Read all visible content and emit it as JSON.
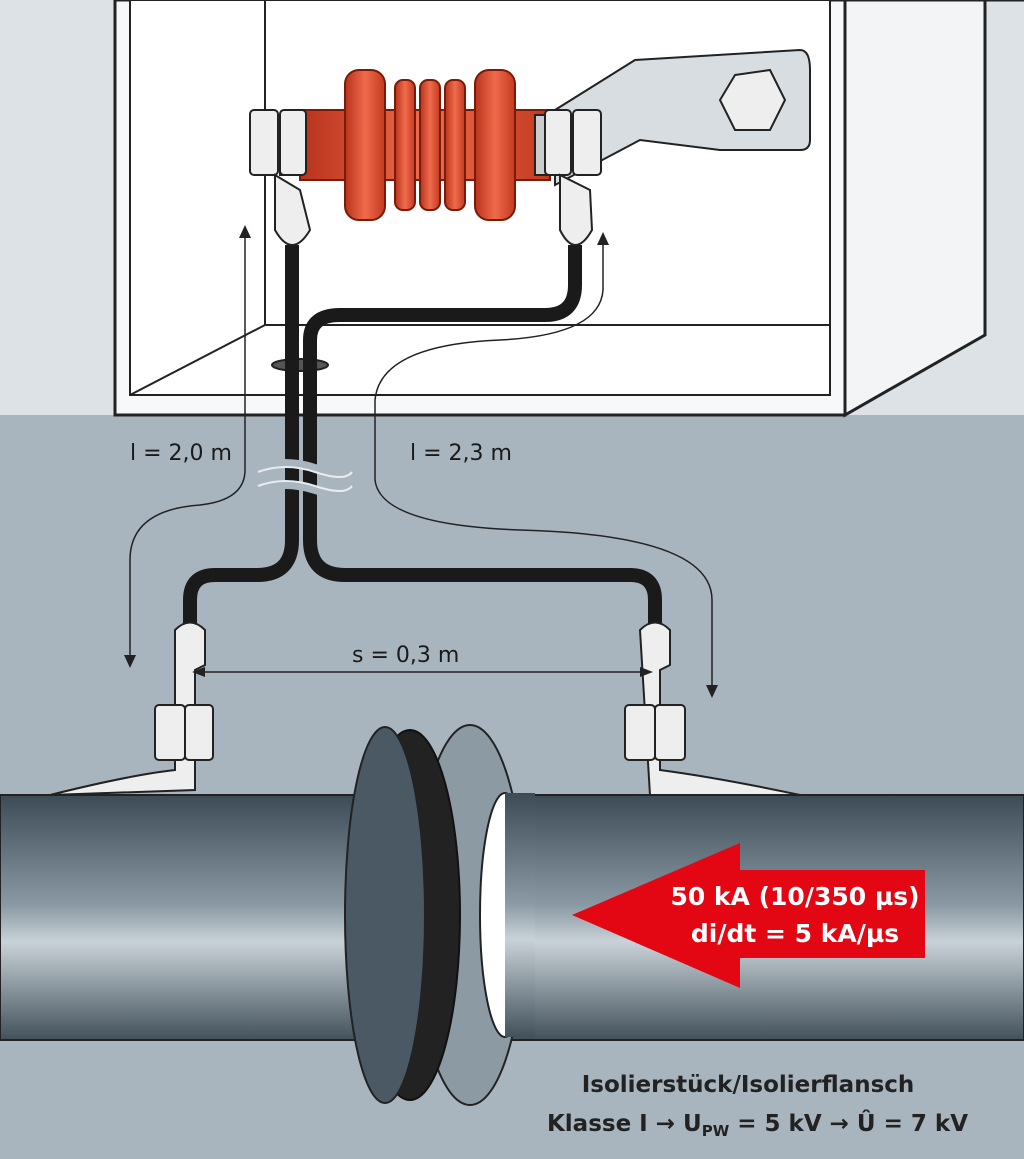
{
  "labels": {
    "length_left": "l = 2,0 m",
    "length_right": "l = 2,3 m",
    "spacing": "s = 0,3 m"
  },
  "surge": {
    "line1": "50 kA (10/350 µs)",
    "line2": "di/dt = 5 kA/µs"
  },
  "caption": {
    "line1": "Isolierstück/Isolierflansch",
    "line2_prefix": "Klasse I → U",
    "line2_sub": "PW",
    "line2_suffix": " = 5 kV → Û = 7 kV"
  },
  "colors": {
    "surge_arrow": "#e30613",
    "arrester": "#e8452a",
    "ground": "#a9b5be",
    "wall": "#dde2e6"
  }
}
